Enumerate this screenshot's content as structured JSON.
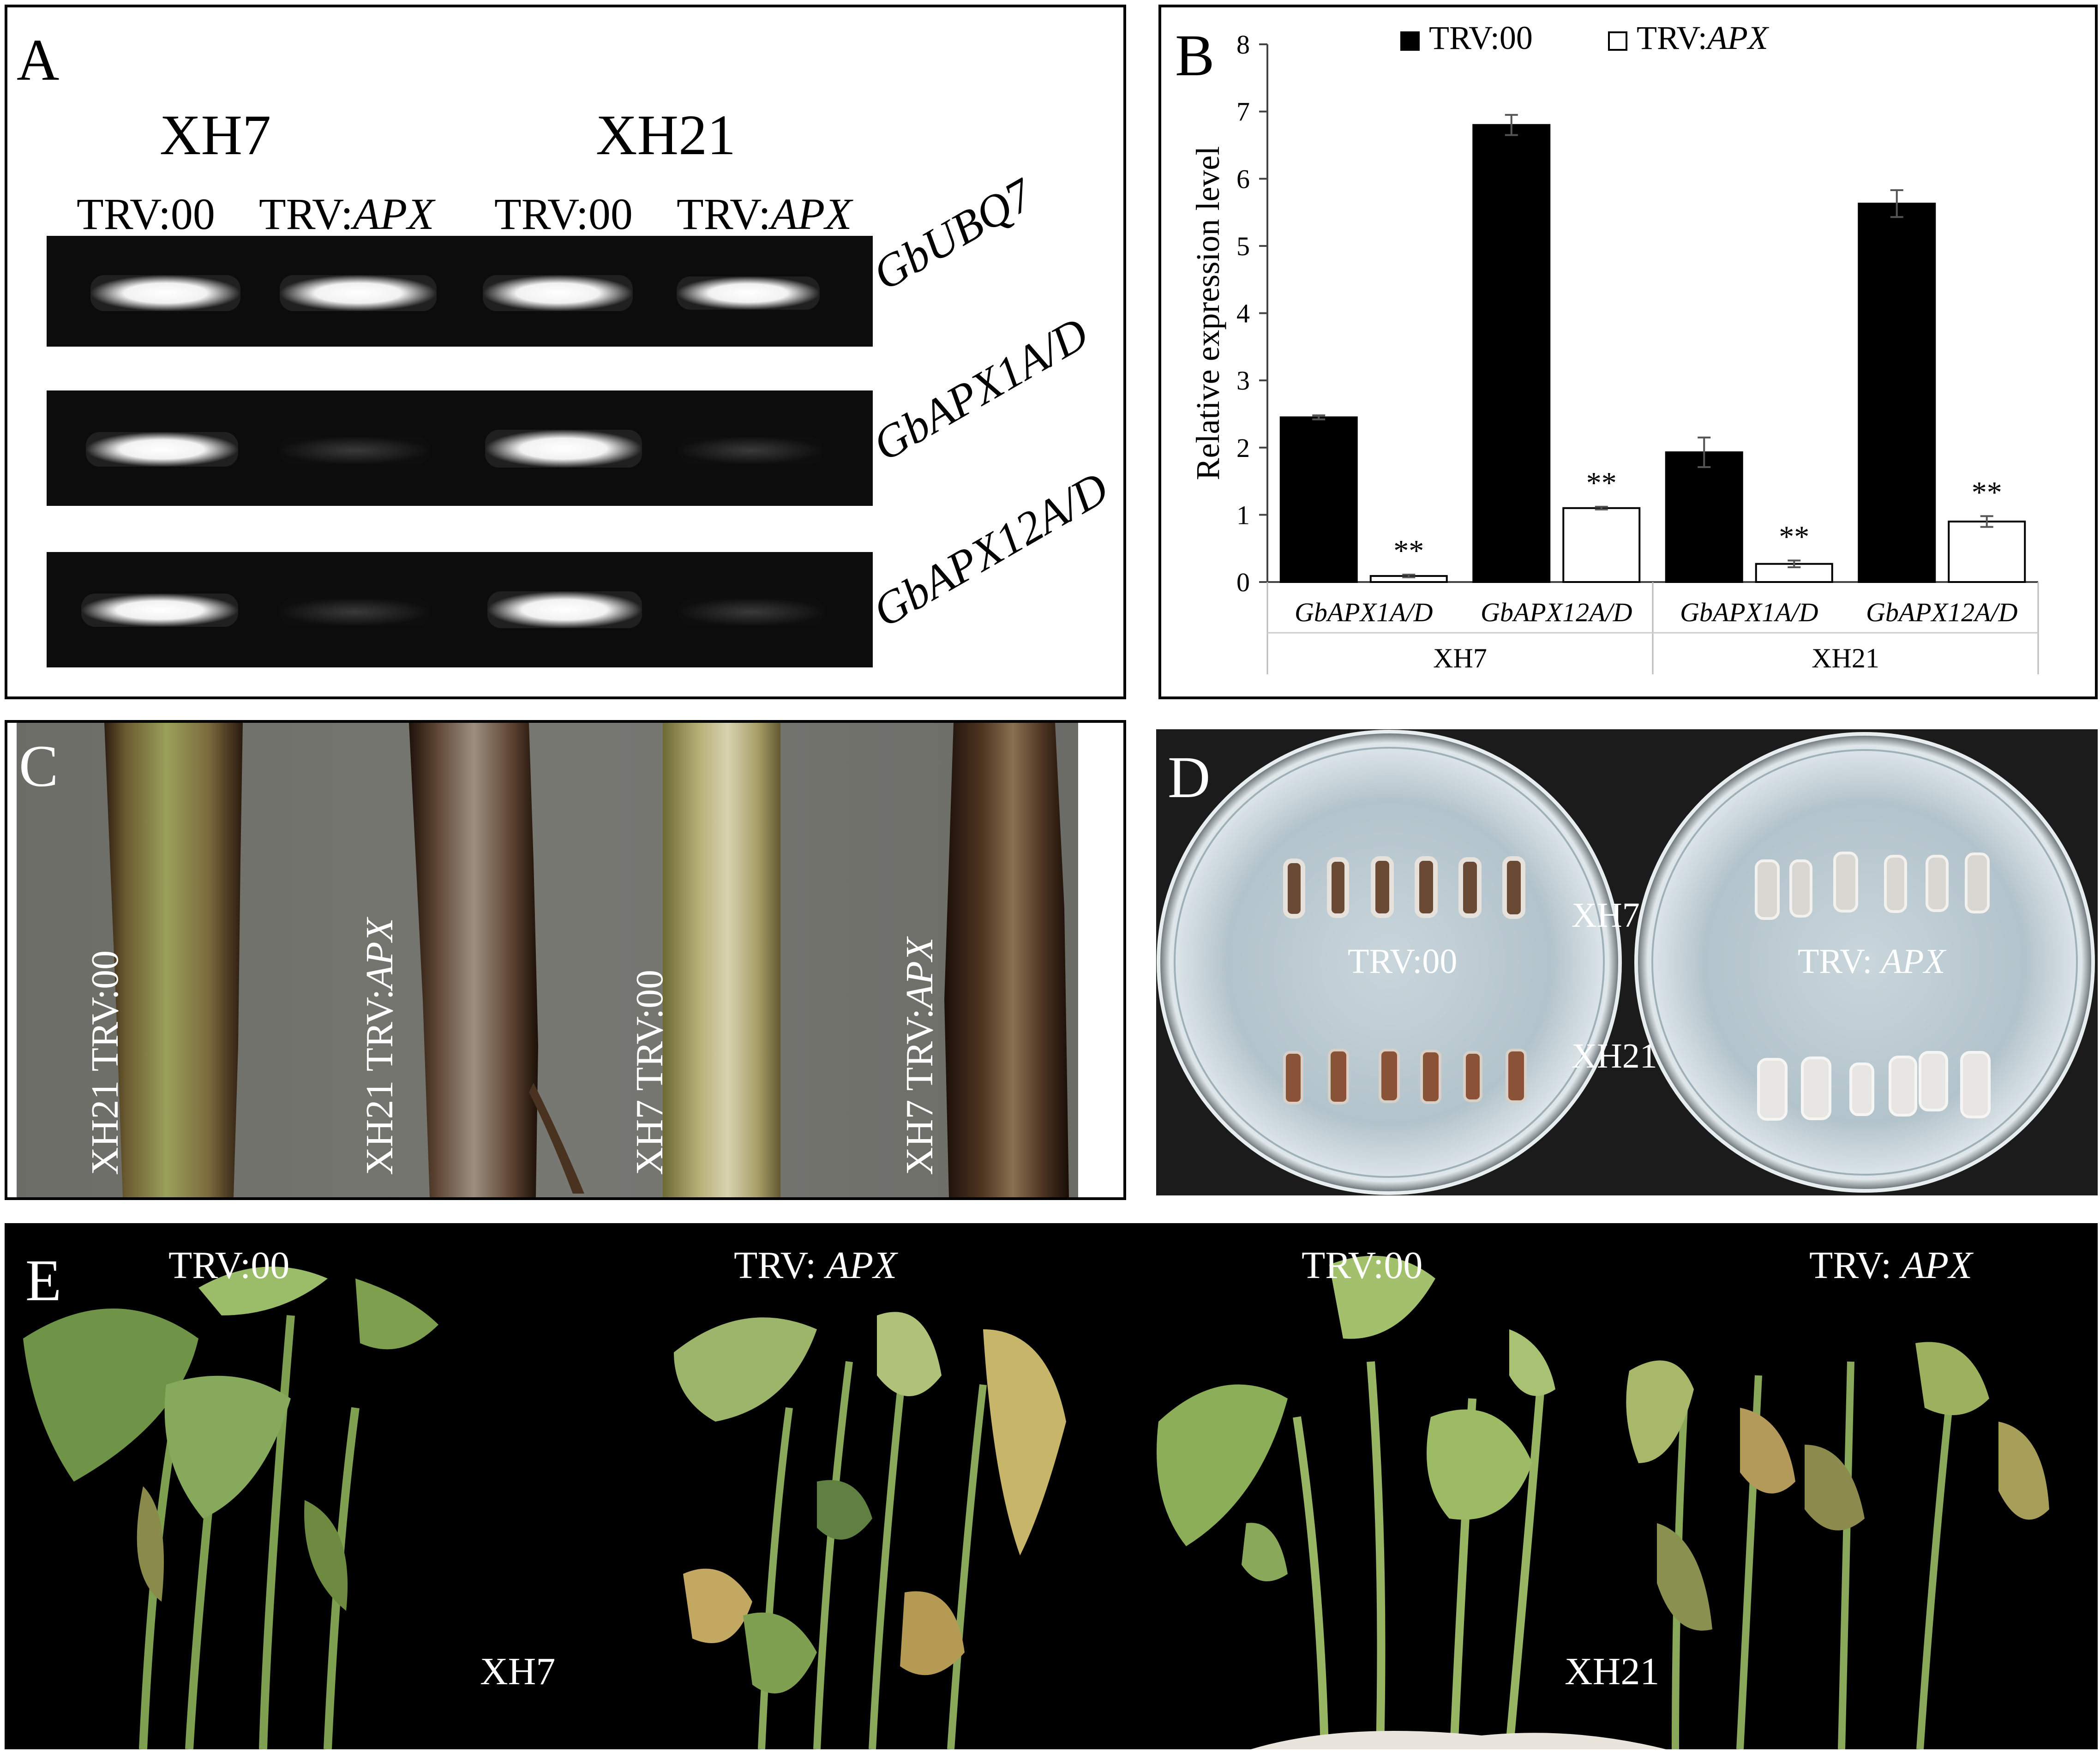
{
  "panels": {
    "A": {
      "label": "A",
      "cultivars": [
        "XH7",
        "XH21"
      ],
      "lane_prefix": "TRV:",
      "lanes": [
        "00",
        "APX",
        "00",
        "APX"
      ],
      "genes": [
        "GbUBQ7",
        "GbAPX1A/D",
        "GbAPX12A/D"
      ]
    },
    "B": {
      "label": "B"
    },
    "C": {
      "label": "C",
      "prefixes": [
        "XH21 TRV:",
        "XH21 TRV:",
        "XH7 TRV:",
        "XH7 TRV:"
      ],
      "suffixes": [
        "00",
        "APX",
        "00",
        "APX"
      ]
    },
    "D": {
      "label": "D",
      "plate_left": "TRV:00",
      "plate_right_prefix": "TRV: ",
      "plate_right_suffix": "APX",
      "row_top": "XH7",
      "row_bottom": "XH21"
    },
    "E": {
      "label": "E",
      "headers": [
        {
          "prefix": "TRV:00",
          "suffix": ""
        },
        {
          "prefix": "TRV: ",
          "suffix": "APX"
        },
        {
          "prefix": "TRV:00",
          "suffix": ""
        },
        {
          "prefix": "TRV: ",
          "suffix": "APX"
        }
      ],
      "cultivars": [
        "XH7",
        "XH21"
      ]
    }
  },
  "chart_data": {
    "type": "bar",
    "ylabel": "Relative expression level",
    "ylim": [
      0,
      8
    ],
    "yticks": [
      "0",
      "1",
      "2",
      "3",
      "4",
      "5",
      "6",
      "7",
      "8"
    ],
    "groups": [
      "XH7",
      "XH21"
    ],
    "categories": [
      "GbAPX1A/D",
      "GbAPX12A/D",
      "GbAPX1A/D",
      "GbAPX12A/D"
    ],
    "legend_position": "top",
    "series": [
      {
        "name_prefix": "TRV:",
        "name_suffix": "00",
        "color": "#000000",
        "values": [
          2.45,
          6.8,
          1.93,
          5.63
        ],
        "errors": [
          0.03,
          0.15,
          0.22,
          0.2
        ],
        "annotations": [
          "",
          "",
          "",
          ""
        ]
      },
      {
        "name_prefix": "TRV:",
        "name_suffix": "APX",
        "color": "#ffffff",
        "values": [
          0.09,
          1.1,
          0.27,
          0.9
        ],
        "errors": [
          0.02,
          0.02,
          0.05,
          0.08
        ],
        "annotations": [
          "**",
          "**",
          "**",
          "**"
        ]
      }
    ]
  }
}
